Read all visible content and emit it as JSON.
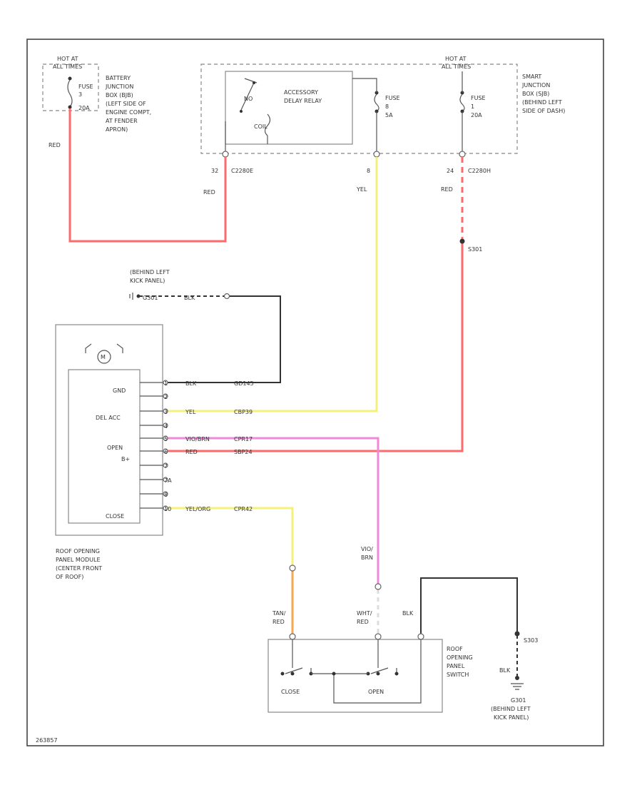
{
  "colors": {
    "red": "#ff6b6b",
    "yellow": "#f5f07a",
    "pink": "#f08ad8",
    "orange": "#f5a850",
    "black": "#333333"
  },
  "battery_jb": {
    "hot_at": [
      "HOT AT",
      "ALL TIMES"
    ],
    "fuse": [
      "FUSE",
      "3",
      "20A"
    ],
    "location": [
      "BATTERY",
      "JUNCTION",
      "BOX (BJB)",
      "(LEFT SIDE OF",
      "ENGINE COMPT,",
      "AT FENDER",
      "APRON)"
    ],
    "wire_color": "RED"
  },
  "smart_jb": {
    "hot_at": [
      "HOT AT",
      "ALL TIMES"
    ],
    "relay": [
      "ACCESSORY",
      "DELAY RELAY"
    ],
    "relay_contact": "NO",
    "relay_coil": "COIL",
    "fuse_a": [
      "FUSE",
      "8",
      "5A"
    ],
    "fuse_b": [
      "FUSE",
      "1",
      "20A"
    ],
    "location": [
      "SMART",
      "JUNCTION",
      "BOX (SJB)",
      "(BEHIND LEFT",
      "SIDE OF DASH)"
    ],
    "pin_left": "32",
    "conn_left": "C2280E",
    "pin_mid": "8",
    "pin_right": "24",
    "conn_right": "C2280H",
    "wire_left": "RED",
    "wire_mid": "YEL",
    "wire_right": "RED"
  },
  "splice": "S301",
  "ground_top": {
    "label": [
      "(BEHIND LEFT",
      "KICK PANEL)"
    ],
    "name": "G301",
    "wire": "BLK"
  },
  "module": {
    "name": [
      "ROOF OPENING",
      "PANEL MODULE",
      "(CENTER FRONT",
      "OF ROOF)"
    ],
    "m_label": "M",
    "labels": [
      "GND",
      "DEL ACC",
      "OPEN",
      "B+",
      "CLOSE"
    ],
    "rows": [
      {
        "pin": "1",
        "color": "BLK",
        "circuit": "GD145"
      },
      {
        "pin": "2",
        "color": "",
        "circuit": ""
      },
      {
        "pin": "3",
        "color": "YEL",
        "circuit": "CBP39"
      },
      {
        "pin": "4",
        "color": "",
        "circuit": ""
      },
      {
        "pin": "5",
        "color": "VIO/BRN",
        "circuit": "CPR17"
      },
      {
        "pin": "6",
        "color": "RED",
        "circuit": "SBP24"
      },
      {
        "pin": "7",
        "color": "",
        "circuit": ""
      },
      {
        "pin": "7A",
        "color": "",
        "circuit": ""
      },
      {
        "pin": "8",
        "color": "",
        "circuit": ""
      },
      {
        "pin": "10",
        "color": "YEL/ORG",
        "circuit": "CPR42"
      }
    ]
  },
  "switch": {
    "name": [
      "ROOF",
      "OPENING",
      "PANEL",
      "SWITCH"
    ],
    "close": "CLOSE",
    "open": "OPEN",
    "close_wire": [
      "TAN/",
      "RED"
    ],
    "open_wire": [
      "WHT/",
      "RED"
    ],
    "open_upper_wire": [
      "VIO/",
      "BRN"
    ],
    "gnd_wire": "BLK"
  },
  "ground_bottom": {
    "splice": "S303",
    "wire": "BLK",
    "name": "G301",
    "label": [
      "(BEHIND LEFT",
      "KICK PANEL)"
    ]
  },
  "footer_id": "263857"
}
